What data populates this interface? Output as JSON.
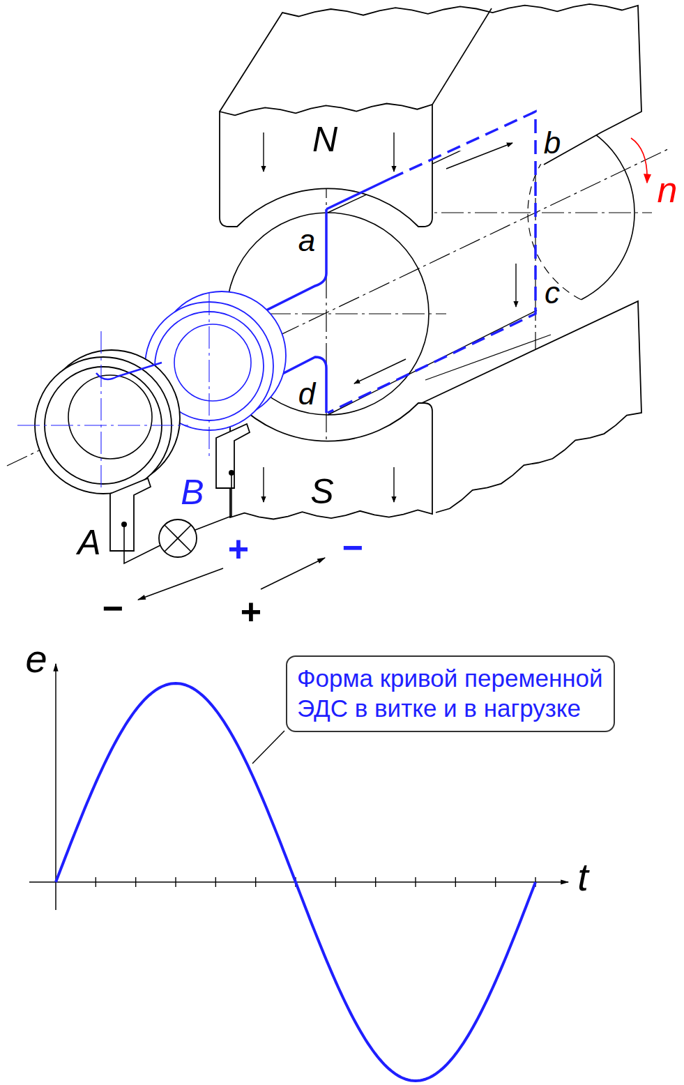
{
  "diagram": {
    "nodes": [
      {
        "text": [
          "Форма кривой переменной ЭДС в витке и в нагрузке"
        ]
      }
    ],
    "labels": [
      "N",
      "b",
      "n",
      "a",
      "c",
      "d",
      "B",
      "S",
      "A",
      "+",
      "−",
      "−",
      "+",
      "e",
      "t"
    ]
  }
}
